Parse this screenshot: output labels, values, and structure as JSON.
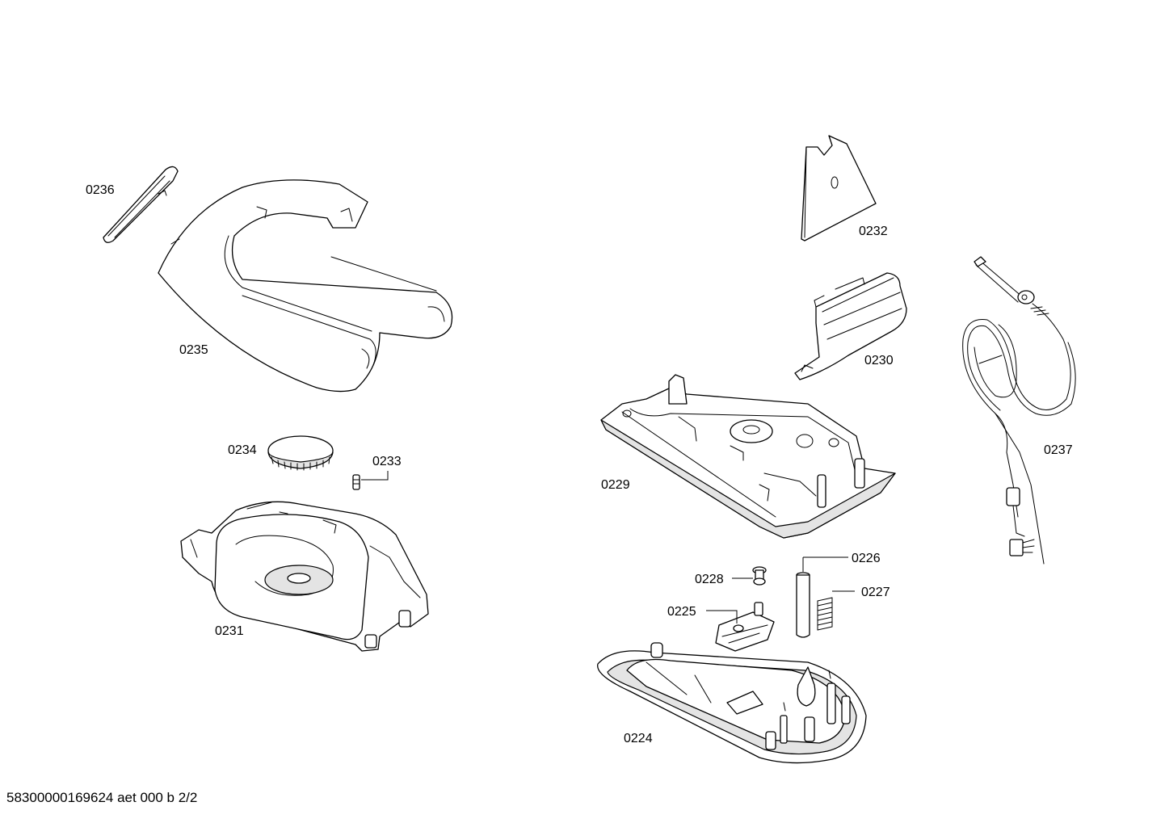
{
  "parts": {
    "p0224": "0224",
    "p0225": "0225",
    "p0226": "0226",
    "p0227": "0227",
    "p0228": "0228",
    "p0229": "0229",
    "p0230": "0230",
    "p0231": "0231",
    "p0232": "0232",
    "p0233": "0233",
    "p0234": "0234",
    "p0235": "0235",
    "p0236": "0236",
    "p0237": "0237"
  },
  "footer": {
    "document_id": "58300000169624 aet 000 b 2/2"
  },
  "colors": {
    "line": "#000000",
    "background": "#ffffff",
    "shade": "#e4e4e4"
  }
}
